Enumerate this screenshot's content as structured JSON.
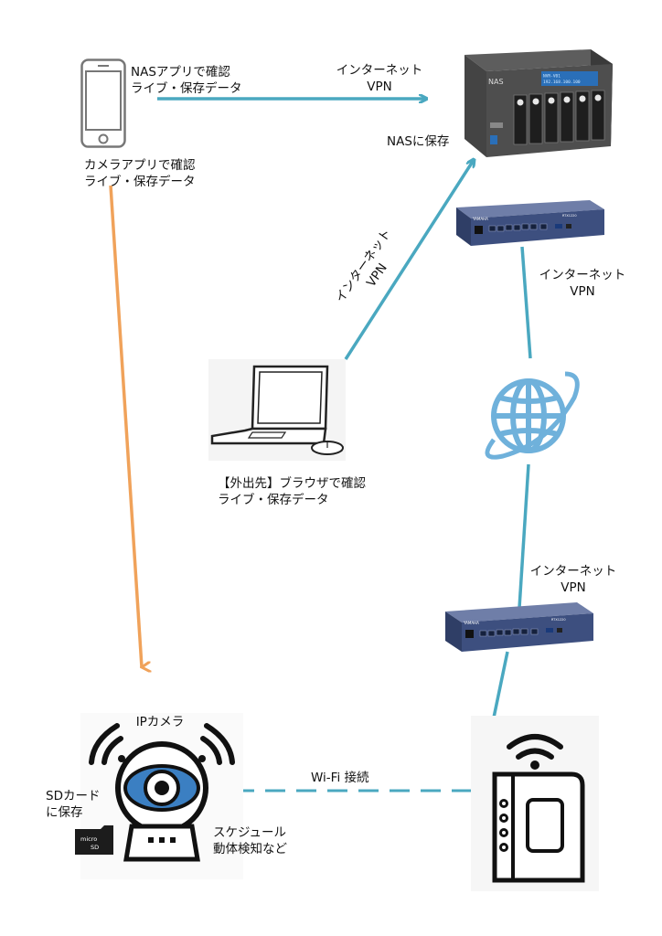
{
  "phone": {
    "nas_app_line1": "NASアプリで確認",
    "nas_app_line2": "ライブ・保存データ",
    "camera_app_line1": "カメラアプリで確認",
    "camera_app_line2": "ライブ・保存データ"
  },
  "nas": {
    "label": "NAS",
    "save_label": "NASに保存",
    "lcd_line1": "NVR-V01",
    "lcd_line2": "192.168.100.100"
  },
  "top_link": {
    "line1": "インターネット",
    "line2": "VPN"
  },
  "diagonal_link": {
    "line1": "インターネット",
    "line2": "VPN"
  },
  "router_upper_link": {
    "line1": "インターネット",
    "line2": "VPN"
  },
  "router_lower_link": {
    "line1": "インターネット",
    "line2": "VPN"
  },
  "router": {
    "brand": "YAMAHA",
    "model": "RTX1220"
  },
  "laptop": {
    "line1": "【外出先】ブラウザで確認",
    "line2": "ライブ・保存データ"
  },
  "camera": {
    "title": "IPカメラ",
    "sd_line1": "SDカード",
    "sd_line2": "に保存",
    "schedule_line1": "スケジュール",
    "schedule_line2": "動体検知など",
    "sd_card_text1": "micro",
    "sd_card_text2": "SD"
  },
  "wifi_link": {
    "label": "Wi-Fi 接続"
  },
  "colors": {
    "link_blue": "#4aa8c0",
    "link_orange": "#f0a25a",
    "globe_blue": "#6fb1db",
    "router_body": "#3d4f7f",
    "nas_body": "#4b4b4b"
  }
}
